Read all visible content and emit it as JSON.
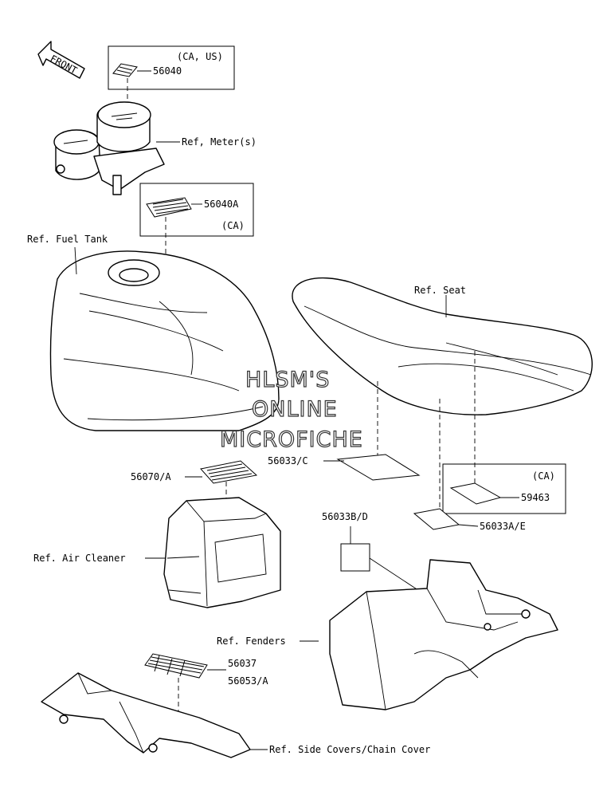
{
  "watermark": {
    "line1": "HLSM'S",
    "line2": "ONLINE",
    "line3": "MICROFICHE"
  },
  "front_arrow": {
    "label": "FRONT"
  },
  "labels": {
    "ca_us": "(CA, US)",
    "p56040": "56040",
    "ref_meters": "Ref, Meter(s)",
    "p56040a": "56040A",
    "ca_1": "(CA)",
    "ref_fuel_tank": "Ref. Fuel Tank",
    "ref_seat": "Ref. Seat",
    "p56033c": "56033/C",
    "p56070a": "56070/A",
    "ca_2": "(CA)",
    "p59463": "59463",
    "p56033ae": "56033A/E",
    "p56033bd": "56033B/D",
    "ref_air_cleaner": "Ref. Air Cleaner",
    "ref_fenders": "Ref. Fenders",
    "p56037": "56037",
    "p56053a": "56053/A",
    "ref_side_covers": "Ref. Side Covers/Chain Cover"
  }
}
